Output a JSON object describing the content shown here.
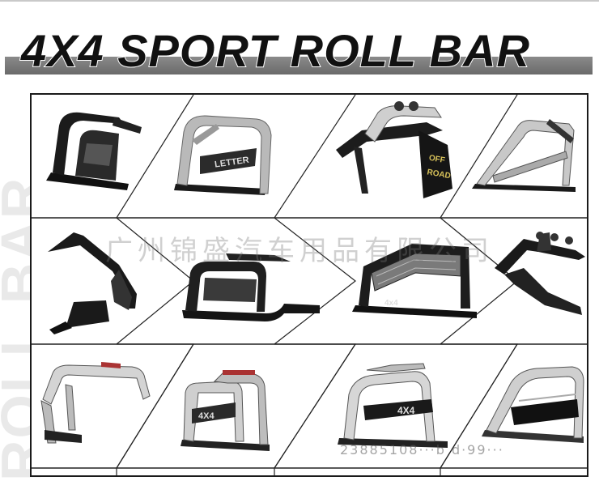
{
  "header": {
    "title": "4X4 SPORT ROLL BAR"
  },
  "watermark": {
    "side_text": "ROLL BAR",
    "center_text": "广州锦盛汽车用品有限公司",
    "bottom_text": "23885108···b d·99···"
  },
  "product_labels": {
    "letter": "LETTER",
    "offroad_top": "OFF",
    "offroad_bottom": "ROAD",
    "badge_4x4_a": "4X4",
    "badge_4x4_b": "4X4",
    "badge_4x4_c": "4x4"
  }
}
